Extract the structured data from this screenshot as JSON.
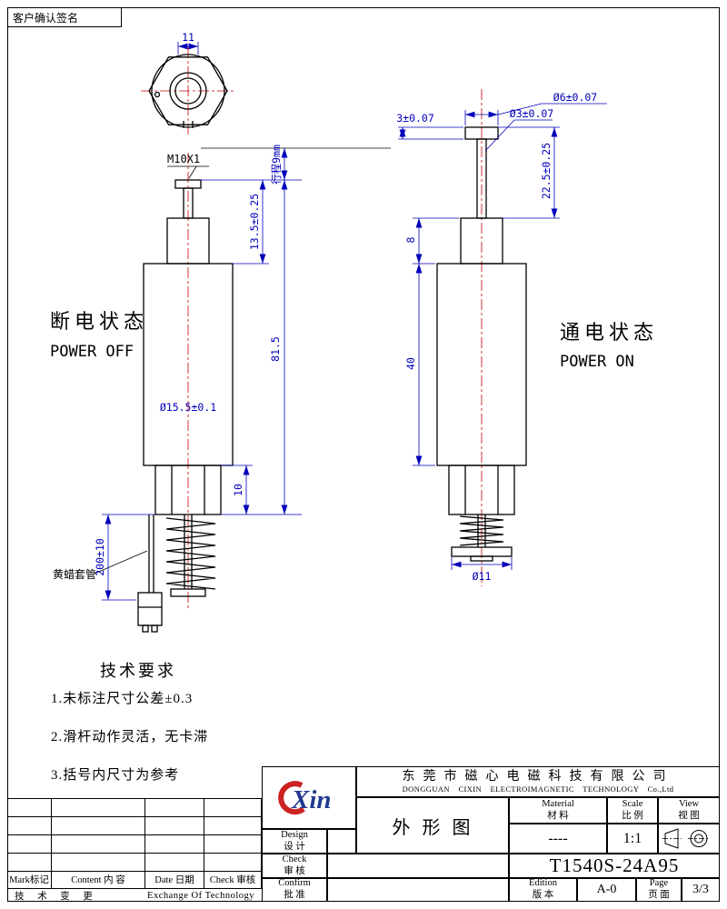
{
  "sheet": {
    "customer_sign": "客户确认签名",
    "tech_req_title": "技术要求",
    "tech_req_items": [
      "1.未标注尺寸公差±0.3",
      "2.滑杆动作灵活，无卡滞",
      "3.括号内尺寸为参考"
    ]
  },
  "power_off_view": {
    "label_cn": "断电状态",
    "label_en": "POWER OFF",
    "dim_top_width": "11",
    "dim_thread": "M10X1",
    "dim_plunger": "13.5±0.25",
    "dim_stroke": "行程9mm",
    "dim_overall": "81.5",
    "dim_body_dia": "Ø15.5±0.1",
    "dim_hex": "10",
    "dim_lead": "200±10",
    "label_sleeve": "黄蜡套管"
  },
  "power_on_view": {
    "label_cn": "通电状态",
    "label_en": "POWER ON",
    "dim_tip_dia": "Ø6±0.07",
    "dim_tip_h": "3±0.07",
    "dim_shaft_dia": "Ø3±0.07",
    "dim_extended": "22.5±0.25",
    "dim_bushing": "8",
    "dim_body": "40",
    "dim_washer_dia": "Ø11"
  },
  "title_block": {
    "logo_text": "Xin",
    "company_cn": "东莞市磁心电磁科技有限公司",
    "company_en": "DONGGUAN CIXIN ELECTROIMAGNETIC TECHNOLOGY Co.,Ltd",
    "drawing_title": "外形图",
    "material_en": "Material",
    "material_cn": "材 料",
    "material_value": "----",
    "scale_en": "Scale",
    "scale_cn": "比 例",
    "scale_value": "1:1",
    "view_en": "View",
    "view_cn": "视 图",
    "design_en": "Design",
    "design_cn": "设 计",
    "check_en": "Check",
    "check_cn": "审 核",
    "confirm_en": "Confirm",
    "confirm_cn": "批 准",
    "part_number": "T1540S-24A95",
    "edition_en": "Edition",
    "edition_cn": "版 本",
    "edition_value": "A-0",
    "page_en": "Page",
    "page_cn": "页 面",
    "page_value": "3/3"
  },
  "revision_table": {
    "mark": "Mark标记",
    "content": "Content 内 容",
    "date": "Date 日期",
    "check": "Check 审核",
    "footer_cn": "技 术 变 更",
    "footer_en": "Exchange Of Technology"
  },
  "colors": {
    "dimension_blue": "#0000bb",
    "centerline_red": "#cc0000",
    "logo_red": "#cc2222",
    "logo_blue": "#223a8f"
  }
}
